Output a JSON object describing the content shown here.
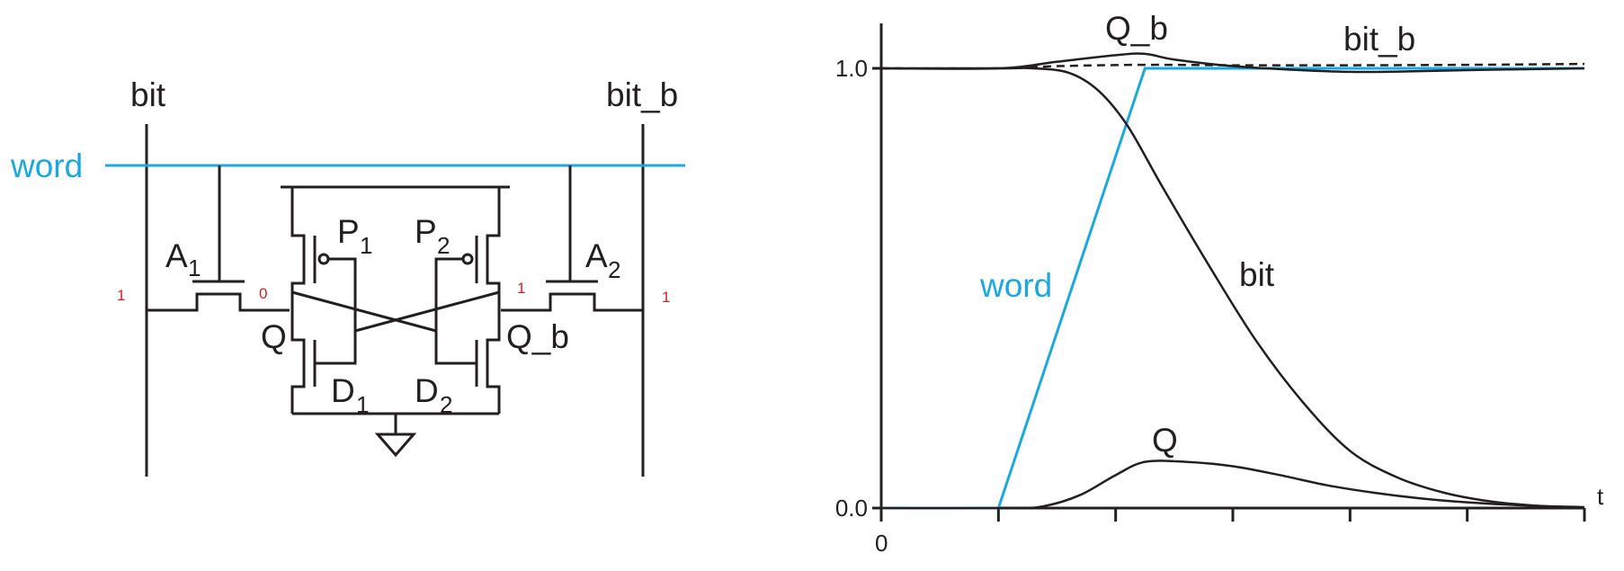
{
  "schematic": {
    "labels": {
      "bit": "bit",
      "bit_b": "bit_b",
      "word": "word",
      "a1_main": "A",
      "a1_sub": "1",
      "a2_main": "A",
      "a2_sub": "2",
      "p1_main": "P",
      "p1_sub": "1",
      "p2_main": "P",
      "p2_sub": "2",
      "d1_main": "D",
      "d1_sub": "1",
      "d2_main": "D",
      "d2_sub": "2",
      "q": "Q",
      "q_b": "Q_b"
    },
    "node_values": {
      "bit_side": "1",
      "q_node": "0",
      "qb_node": "1",
      "bitb_side": "1"
    },
    "colors": {
      "ink": "#231f20",
      "word_line": "#1ba8e0",
      "node_values": "#d21f1f"
    }
  },
  "chart_data": {
    "type": "line",
    "title": "",
    "xlabel": "t",
    "ylabel": "",
    "xlim": [
      0,
      6
    ],
    "ylim": [
      0,
      1
    ],
    "x_tick_count": 7,
    "x_tick_labels": [
      "0"
    ],
    "y_ticks": [
      0,
      1
    ],
    "y_tick_labels": [
      "0.0",
      "1.0"
    ],
    "series": [
      {
        "name": "word",
        "color": "#1ba8e0",
        "style": "solid",
        "x": [
          0,
          1.0,
          2.25,
          6.0
        ],
        "y": [
          0,
          0,
          1.0,
          1.0
        ]
      },
      {
        "name": "bit",
        "color": "#231f20",
        "style": "solid",
        "x": [
          0,
          1.0,
          1.3,
          1.6,
          1.85,
          2.1,
          2.4,
          2.8,
          3.2,
          3.6,
          4.0,
          4.4,
          4.8,
          5.2,
          5.6,
          6.0
        ],
        "y": [
          1.0,
          1.0,
          1.0,
          0.99,
          0.95,
          0.87,
          0.73,
          0.55,
          0.38,
          0.24,
          0.13,
          0.07,
          0.035,
          0.015,
          0.005,
          0.0
        ]
      },
      {
        "name": "Q_b",
        "color": "#231f20",
        "style": "solid",
        "x": [
          0,
          1.0,
          1.5,
          2.0,
          2.25,
          2.5,
          3.0,
          3.5,
          4.0,
          4.5,
          5.0,
          5.5,
          6.0
        ],
        "y": [
          1.0,
          1.0,
          1.015,
          1.03,
          1.033,
          1.02,
          1.005,
          0.997,
          0.992,
          0.993,
          0.996,
          0.998,
          1.0
        ]
      },
      {
        "name": "bit_b",
        "color": "#231f20",
        "style": "dashed",
        "x": [
          0,
          1.0,
          1.5,
          2.25,
          3.0,
          4.0,
          5.0,
          6.0
        ],
        "y": [
          1.0,
          1.0,
          1.005,
          1.008,
          1.007,
          1.007,
          1.008,
          1.01
        ]
      },
      {
        "name": "Q",
        "color": "#231f20",
        "style": "solid",
        "x": [
          0,
          1.1,
          1.4,
          1.7,
          2.0,
          2.25,
          2.6,
          3.0,
          3.4,
          3.8,
          4.2,
          4.6,
          5.0,
          5.5,
          6.0
        ],
        "y": [
          0,
          0,
          0.005,
          0.03,
          0.075,
          0.105,
          0.105,
          0.095,
          0.075,
          0.052,
          0.035,
          0.022,
          0.013,
          0.006,
          0.002
        ]
      }
    ]
  }
}
